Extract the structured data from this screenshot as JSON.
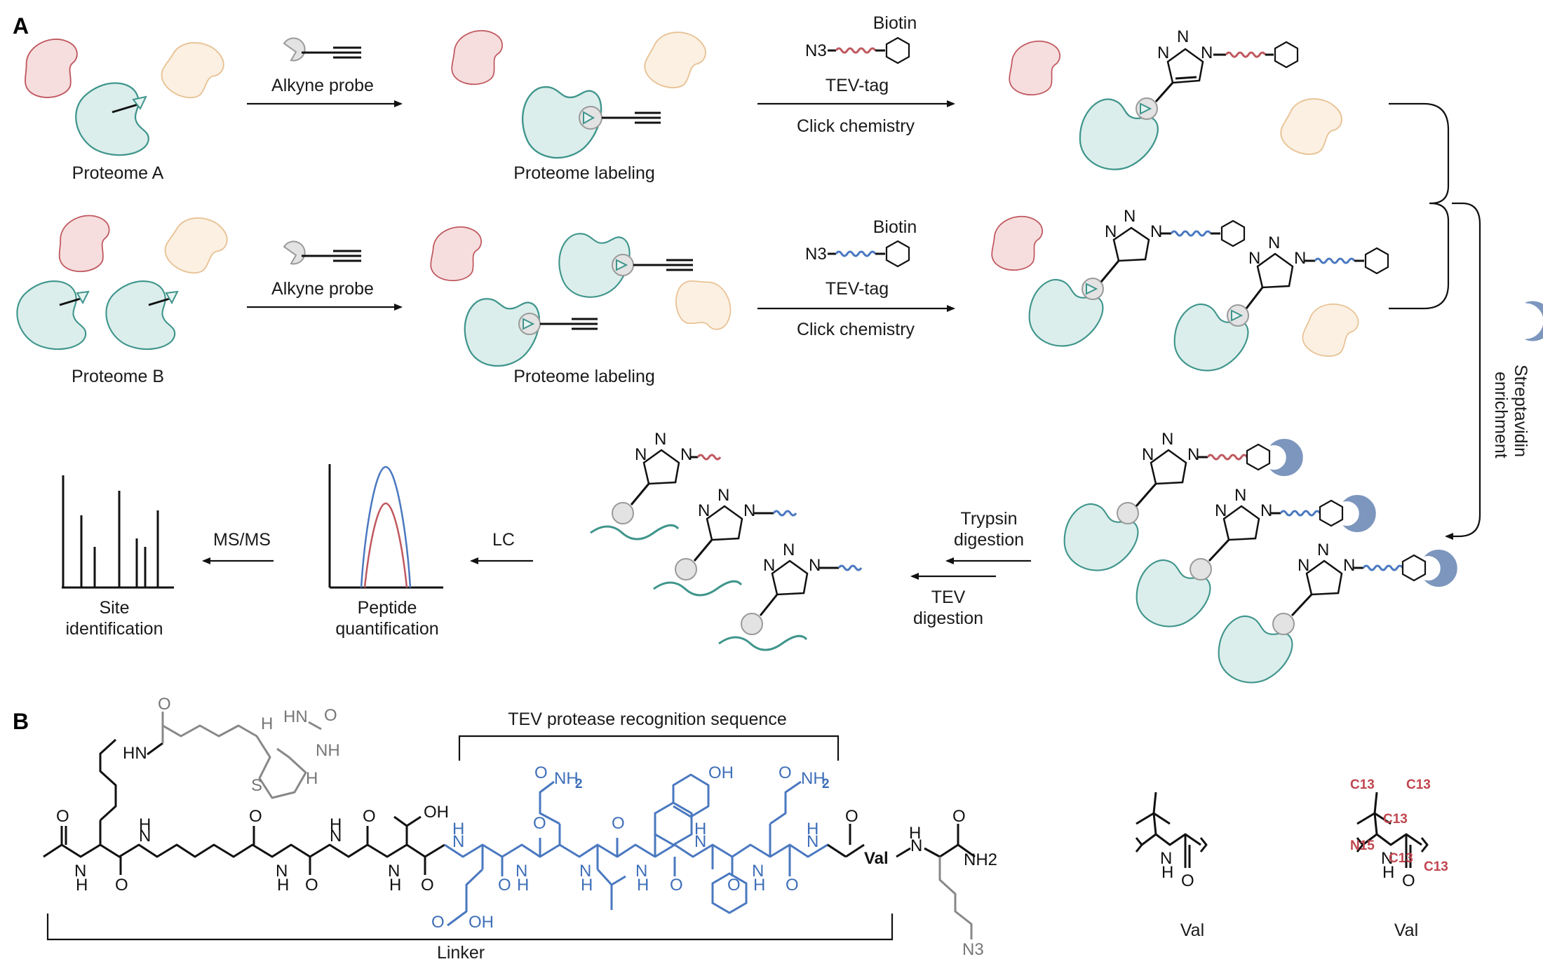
{
  "panel_a": {
    "letter": "A",
    "row1": {
      "start_label": "Proteome A",
      "probe_label": "Alkyne probe",
      "labeling_label": "Proteome labeling",
      "biotin_label": "Biotin",
      "azide_label": "N3",
      "tev_label": "TEV-tag",
      "click_label": "Click chemistry"
    },
    "row2": {
      "start_label": "Proteome B",
      "probe_label": "Alkyne probe",
      "labeling_label": "Proteome labeling",
      "biotin_label": "Biotin",
      "azide_label": "N3",
      "tev_label": "TEV-tag",
      "click_label": "Click chemistry"
    },
    "enrichment_label_1": "Streptavidin",
    "enrichment_label_2": "enrichment",
    "trypsin_label_1": "Trypsin",
    "trypsin_label_2": "digestion",
    "tev_digest_label_1": "TEV",
    "tev_digest_label_2": "digestion",
    "lc_label": "LC",
    "msms_label": "MS/MS",
    "quant_label_1": "Peptide",
    "quant_label_2": "quantification",
    "site_label_1": "Site",
    "site_label_2": "identification",
    "colors": {
      "light_tag": "#c0585f",
      "heavy_tag": "#4a78c0",
      "protein": "#3f958c",
      "streptavidin": "#7c96bd"
    }
  },
  "panel_b": {
    "letter": "B",
    "recognition_label": "TEV protease recognition sequence",
    "linker_label": "Linker",
    "val_label": "Val",
    "val_light_label": "Val",
    "val_heavy_label": "Val",
    "nh2_label": "NH2",
    "n3_label": "N3",
    "isotopes": [
      "C13",
      "C13",
      "C13",
      "N15",
      "C13",
      "C13"
    ]
  }
}
